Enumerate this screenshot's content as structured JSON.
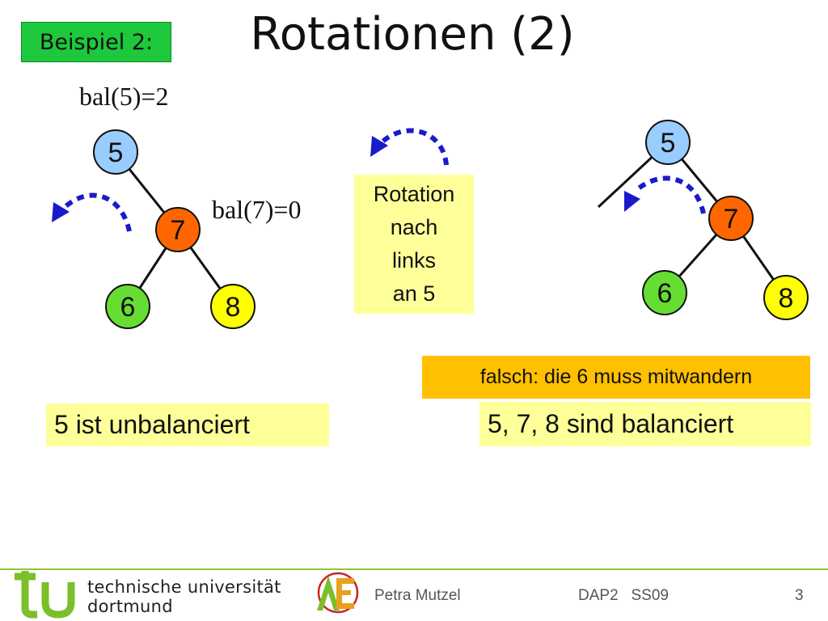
{
  "header": {
    "example_label": "Beispiel 2:",
    "title": "Rotationen (2)"
  },
  "left_tree": {
    "balance_root": "bal(5)=2",
    "balance_child": "bal(7)=0",
    "nodes": [
      "5",
      "7",
      "6",
      "8"
    ]
  },
  "rotation_note": {
    "lines": [
      "Rotation",
      "nach",
      "links",
      "an 5"
    ]
  },
  "right_tree": {
    "nodes": [
      "5",
      "7",
      "6",
      "8"
    ]
  },
  "notes": {
    "unbalanced": "5 ist unbalanciert",
    "wrong": "falsch: die 6 muss mitwandern",
    "balanced": "5, 7, 8 sind balanciert"
  },
  "colors": {
    "node5": "#99ccff",
    "node7": "#ff6600",
    "node6": "#66dd33",
    "node8": "#ffff00",
    "arrow": "#1a1acc",
    "footer_green": "#8cc83c"
  },
  "footer": {
    "university_line1": "technische universität",
    "university_line2": "dortmund",
    "author": "Petra Mutzel",
    "course": "DAP2   SS09",
    "page": "3"
  }
}
